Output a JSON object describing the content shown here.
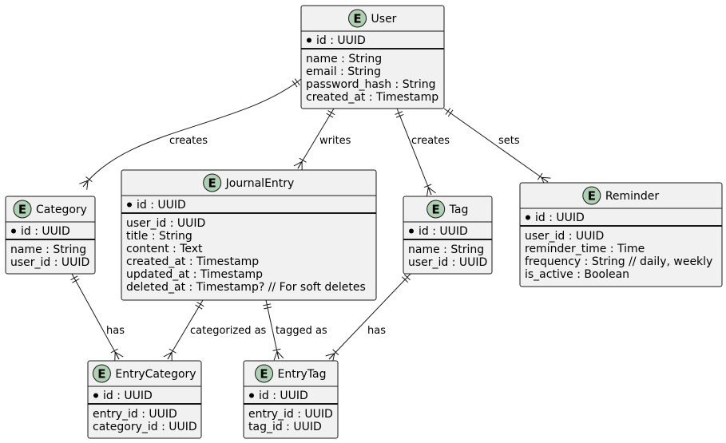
{
  "entity_badge_letter": "E",
  "colors": {
    "entity_fill": "#f1f1f1",
    "entity_border": "#181818",
    "badge_fill": "#add1b2",
    "line": "#181818"
  },
  "entities": {
    "user": {
      "name": "User",
      "pk": [
        "id : UUID"
      ],
      "attrs": [
        "name : String",
        "email : String",
        "password_hash : String",
        "created_at : Timestamp"
      ]
    },
    "category": {
      "name": "Category",
      "pk": [
        "id : UUID"
      ],
      "attrs": [
        "name : String",
        "user_id : UUID"
      ]
    },
    "journal_entry": {
      "name": "JournalEntry",
      "pk": [
        "id : UUID"
      ],
      "attrs": [
        "user_id : UUID",
        "title : String",
        "content : Text",
        "created_at : Timestamp",
        "updated_at : Timestamp",
        "deleted_at : Timestamp?  // For soft deletes"
      ]
    },
    "tag": {
      "name": "Tag",
      "pk": [
        "id : UUID"
      ],
      "attrs": [
        "name : String",
        "user_id : UUID"
      ]
    },
    "reminder": {
      "name": "Reminder",
      "pk": [
        "id : UUID"
      ],
      "attrs": [
        "user_id : UUID",
        "reminder_time : Time",
        "frequency : String  // daily, weekly",
        "is_active : Boolean"
      ]
    },
    "entry_category": {
      "name": "EntryCategory",
      "pk": [
        "id : UUID"
      ],
      "attrs": [
        "entry_id : UUID",
        "category_id : UUID"
      ]
    },
    "entry_tag": {
      "name": "EntryTag",
      "pk": [
        "id : UUID"
      ],
      "attrs": [
        "entry_id : UUID",
        "tag_id : UUID"
      ]
    }
  },
  "relationships": [
    {
      "from": "user",
      "to": "category",
      "label": "creates",
      "from_card": "exactly-one",
      "to_card": "one-or-many"
    },
    {
      "from": "user",
      "to": "journal_entry",
      "label": "writes",
      "from_card": "exactly-one",
      "to_card": "one-or-many"
    },
    {
      "from": "user",
      "to": "tag",
      "label": "creates",
      "from_card": "exactly-one",
      "to_card": "one-or-many"
    },
    {
      "from": "user",
      "to": "reminder",
      "label": "sets",
      "from_card": "exactly-one",
      "to_card": "one-or-many"
    },
    {
      "from": "category",
      "to": "entry_category",
      "label": "has",
      "from_card": "exactly-one",
      "to_card": "one-or-many"
    },
    {
      "from": "journal_entry",
      "to": "entry_category",
      "label": "categorized as",
      "from_card": "exactly-one",
      "to_card": "one-or-many"
    },
    {
      "from": "journal_entry",
      "to": "entry_tag",
      "label": "tagged as",
      "from_card": "exactly-one",
      "to_card": "one-or-many"
    },
    {
      "from": "tag",
      "to": "entry_tag",
      "label": "has",
      "from_card": "exactly-one",
      "to_card": "one-or-many"
    }
  ]
}
